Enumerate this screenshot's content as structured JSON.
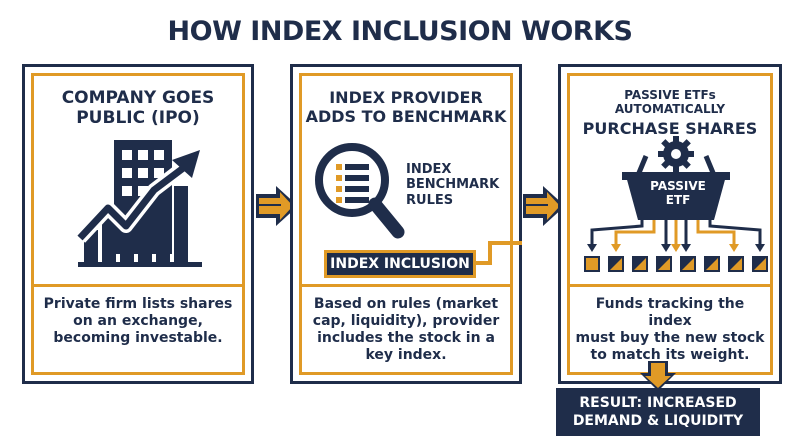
{
  "title": "HOW INDEX INCLUSION WORKS",
  "steps": [
    {
      "heading_lines": [
        "COMPANY GOES",
        "PUBLIC (IPO)"
      ],
      "body_lines": [
        "Private firm lists shares",
        "on an exchange,",
        "becoming investable."
      ],
      "icon": "building-growth-chart-icon"
    },
    {
      "heading_lines": [
        "INDEX PROVIDER",
        "ADDS TO BENCHMARK"
      ],
      "rules_lines": [
        "INDEX",
        "BENCHMARK",
        "RULES"
      ],
      "tag": "INDEX INCLUSION",
      "body_lines": [
        "Based on rules (market",
        "cap, liquidity), provider",
        "includes the stock in a",
        "key index."
      ],
      "icon": "magnifier-list-icon"
    },
    {
      "heading_lines": [
        "PASSIVE ETFs AUTOMATICALLY",
        "PURCHASE SHARES"
      ],
      "basket_lines": [
        "PASSIVE",
        "ETF"
      ],
      "body_lines": [
        "Funds tracking the index",
        "must buy the new stock",
        "to match its weight."
      ],
      "icon": "basket-gear-icon"
    }
  ],
  "result_lines": [
    "RESULT: INCREASED",
    "DEMAND & LIQUIDITY"
  ],
  "colors": {
    "navy": "#1f2d4a",
    "gold": "#e09a26"
  }
}
